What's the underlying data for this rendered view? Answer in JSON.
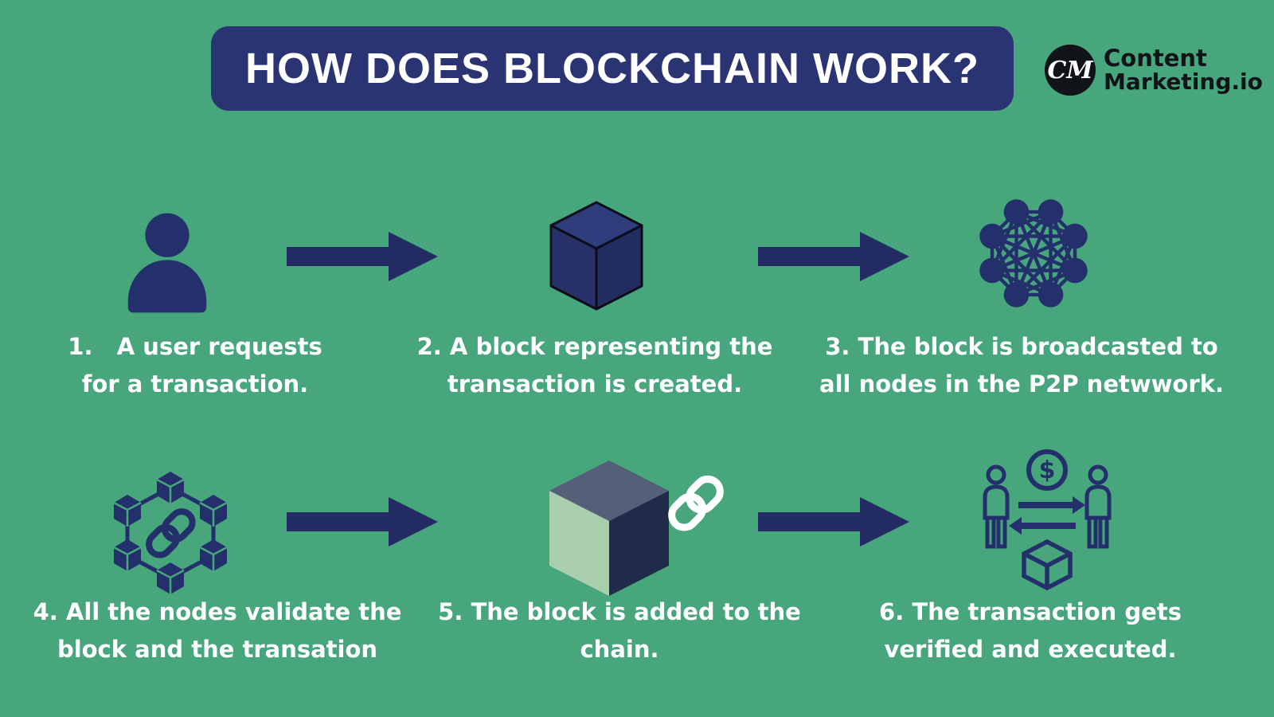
{
  "title": "HOW DOES BLOCKCHAIN WORK?",
  "logo": {
    "monogram": "CM",
    "line1": "Content",
    "line2": "Marketing.io"
  },
  "colors": {
    "background": "#47A67C",
    "navy": "#24306B",
    "title_bar": "#2B3472",
    "white": "#FFFFFF",
    "logo_black": "#101318",
    "cube_top": "#2F3D7D",
    "cube_left": "#283169",
    "cube_right": "#242D61",
    "cube_outline": "#0B0E1A",
    "chained_cube_top": "#536077",
    "chained_cube_left": "#A9CFAE",
    "chained_cube_right": "#202A49"
  },
  "steps": [
    {
      "id": 1,
      "icon": "user-icon",
      "text": "1.   A user requests\nfor a transaction."
    },
    {
      "id": 2,
      "icon": "block-cube-icon",
      "text": "2. A block representing the\ntransaction is created."
    },
    {
      "id": 3,
      "icon": "p2p-network-icon",
      "text": "3. The block is broadcasted to\nall nodes in the P2P netwwork."
    },
    {
      "id": 4,
      "icon": "blockchain-nodes-icon",
      "text": "4. All the nodes validate the\nblock and the transation"
    },
    {
      "id": 5,
      "icon": "chained-block-icon",
      "text": "5. The block is added to the\nchain."
    },
    {
      "id": 6,
      "icon": "transaction-exchange-icon",
      "text": "6. The transaction gets\nverified and executed."
    }
  ]
}
